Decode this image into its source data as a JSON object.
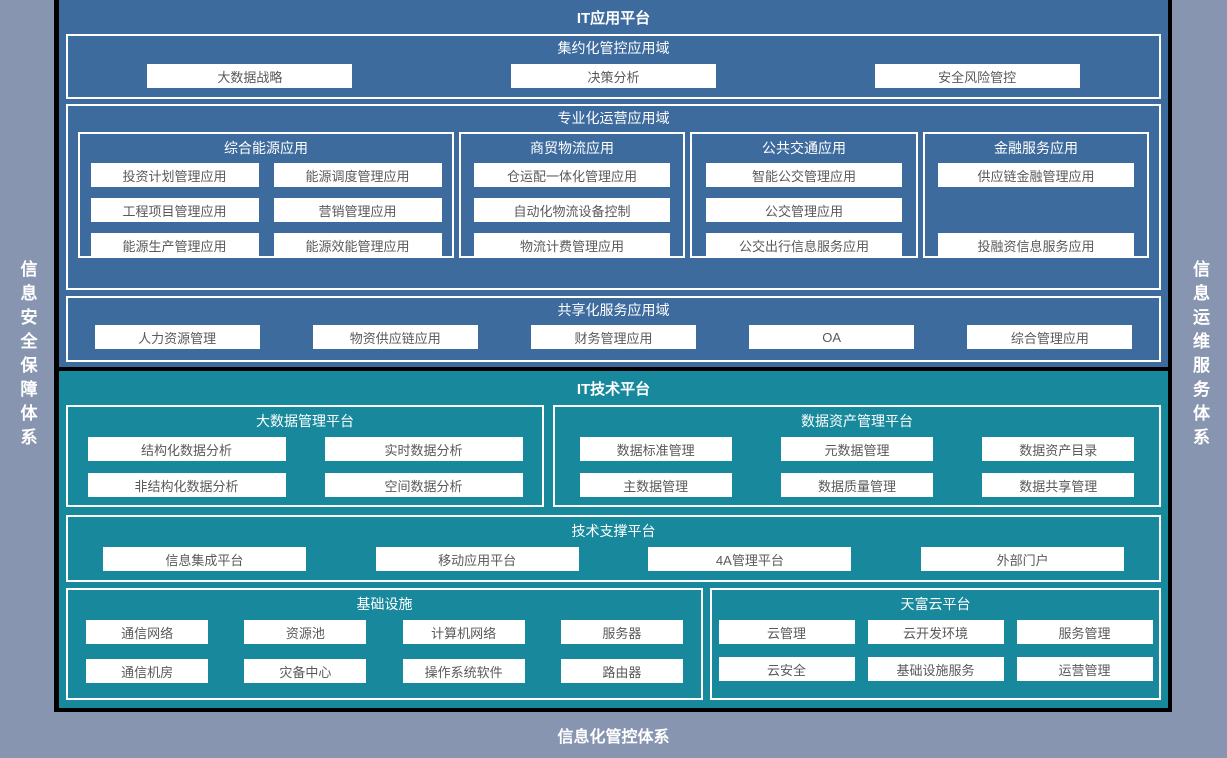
{
  "frame": {
    "left_rail": "信息安全保障体系",
    "right_rail": "信息运维服务体系",
    "bottom_rail": "信息化管控体系"
  },
  "colors": {
    "background_gray": "#8795b0",
    "app_platform_blue": "#3e6b9e",
    "tech_platform_teal": "#18899d",
    "divider_black": "#000000",
    "item_box_bg": "#ffffff",
    "item_text": "#595959",
    "title_text": "#ffffff"
  },
  "app": {
    "title": "IT应用平台",
    "centralized": {
      "title": "集约化管控应用域",
      "items": [
        "大数据战略",
        "决策分析",
        "安全风险管控"
      ]
    },
    "specialized": {
      "title": "专业化运营应用域",
      "columns": [
        {
          "title": "综合能源应用",
          "items": [
            "投资计划管理应用",
            "能源调度管理应用",
            "工程项目管理应用",
            "营销管理应用",
            "能源生产管理应用",
            "能源效能管理应用"
          ]
        },
        {
          "title": "商贸物流应用",
          "items": [
            "仓运配一体化管理应用",
            "自动化物流设备控制",
            "物流计费管理应用"
          ]
        },
        {
          "title": "公共交通应用",
          "items": [
            "智能公交管理应用",
            "公交管理应用",
            "公交出行信息服务应用"
          ]
        },
        {
          "title": "金融服务应用",
          "items": [
            "供应链金融管理应用",
            "投融资信息服务应用"
          ]
        }
      ]
    },
    "shared": {
      "title": "共享化服务应用域",
      "items": [
        "人力资源管理",
        "物资供应链应用",
        "财务管理应用",
        "OA",
        "综合管理应用"
      ]
    }
  },
  "tech": {
    "title": "IT技术平台",
    "bigdata": {
      "title": "大数据管理平台",
      "items": [
        "结构化数据分析",
        "实时数据分析",
        "非结构化数据分析",
        "空间数据分析"
      ]
    },
    "data_asset": {
      "title": "数据资产管理平台",
      "items": [
        "数据标准管理",
        "元数据管理",
        "数据资产目录",
        "主数据管理",
        "数据质量管理",
        "数据共享管理"
      ]
    },
    "support": {
      "title": "技术支撑平台",
      "items": [
        "信息集成平台",
        "移动应用平台",
        "4A管理平台",
        "外部门户"
      ]
    },
    "infra": {
      "title": "基础设施",
      "items": [
        "通信网络",
        "资源池",
        "计算机网络",
        "服务器",
        "通信机房",
        "灾备中心",
        "操作系统软件",
        "路由器"
      ]
    },
    "cloud": {
      "title": "天富云平台",
      "items": [
        "云管理",
        "云开发环境",
        "服务管理",
        "云安全",
        "基础设施服务",
        "运营管理"
      ]
    }
  }
}
